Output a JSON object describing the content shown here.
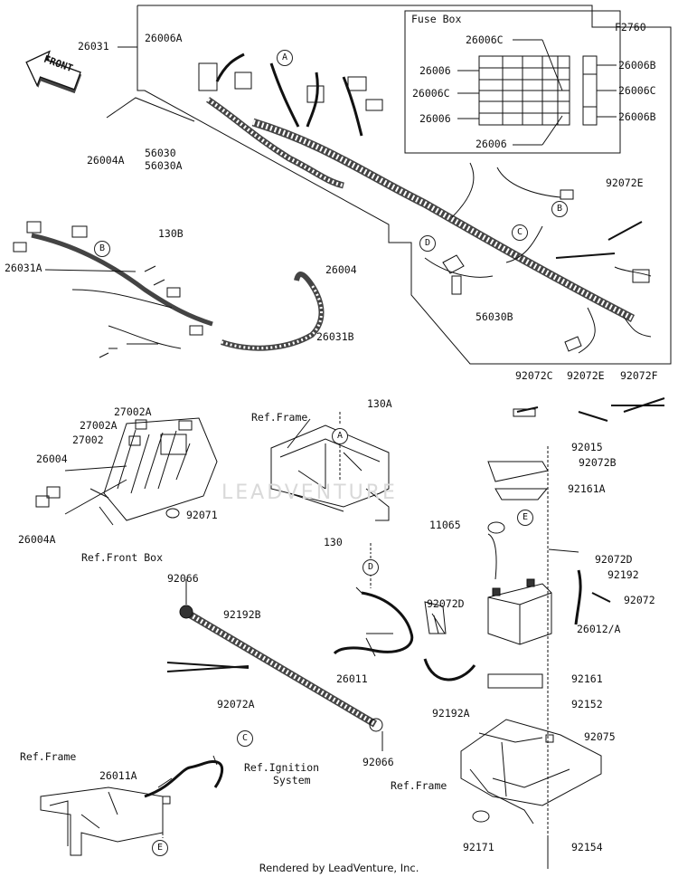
{
  "diagram": {
    "code": "F2760",
    "front_label": "FRONT",
    "fuse_box_title": "Fuse Box",
    "watermark": "LEADVENTURE",
    "footer": "Rendered by LeadVenture, Inc."
  },
  "callouts": {
    "a": "A",
    "b": "B",
    "c": "C",
    "d": "D",
    "e": "E"
  },
  "parts": {
    "p26031": "26031",
    "p26006A": "26006A",
    "p26004A_top": "26004A",
    "p56030": "56030",
    "p56030A": "56030A",
    "p26006C_1": "26006C",
    "p26006_1": "26006",
    "p26006C_2": "26006C",
    "p26006_2": "26006",
    "p26006_3": "26006",
    "p26006B_1": "26006B",
    "p26006C_r": "26006C",
    "p26006B_2": "26006B",
    "p92072E_top": "92072E",
    "p26031A": "26031A",
    "p130B": "130B",
    "p26004": "26004",
    "p56030B": "56030B",
    "p26031B": "26031B",
    "p92072C": "92072C",
    "p92072E": "92072E",
    "p92072F": "92072F",
    "p130A": "130A",
    "p27002A_1": "27002A",
    "p27002A_2": "27002A",
    "p27002": "27002",
    "p26004_l": "26004",
    "p26004A_l": "26004A",
    "p92071": "92071",
    "p92015": "92015",
    "p92072B": "92072B",
    "p92161A": "92161A",
    "p11065": "11065",
    "p130": "130",
    "p92072D_r": "92072D",
    "p92192": "92192",
    "p92072": "92072",
    "p92072D": "92072D",
    "p26012A": "26012/A",
    "p92066_top": "92066",
    "p92192B": "92192B",
    "p26011": "26011",
    "p92161": "92161",
    "p92192A": "92192A",
    "p92072A": "92072A",
    "p92152": "92152",
    "p92075": "92075",
    "p92066_bot": "92066",
    "p26011A": "26011A",
    "p92171": "92171",
    "p92154": "92154"
  },
  "refs": {
    "frame_center": "Ref.Frame",
    "front_box": "Ref.Front Box",
    "frame_bottom_left": "Ref.Frame",
    "ignition_line1": "Ref.Ignition",
    "ignition_line2": "System",
    "frame_bottom_right": "Ref.Frame"
  }
}
